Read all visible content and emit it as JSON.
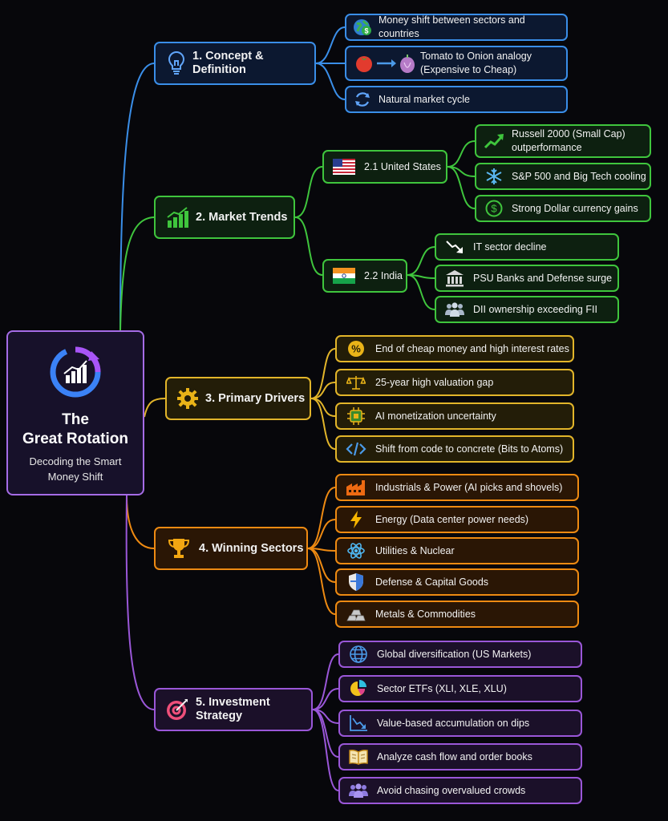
{
  "colors": {
    "concept": "#3a8ee8",
    "trends": "#3fc53d",
    "drivers": "#e2b52a",
    "sectors": "#ee8a12",
    "strategy": "#9a57d8",
    "center": "#a56ce6"
  },
  "center": {
    "title_line1": "The",
    "title_line2": "Great Rotation",
    "subtitle_line1": "Decoding the Smart",
    "subtitle_line2": "Money Shift",
    "icon": "rotation-chart-icon"
  },
  "concept": {
    "label": "1. Concept & Definition",
    "icon": "lightbulb-icon",
    "items": [
      {
        "label": "Money shift between sectors and countries",
        "icon": "globe-dollar-icon"
      },
      {
        "label_line1": "Tomato to Onion analogy",
        "label_line2": "(Expensive to Cheap)",
        "icon": "tomato-onion-icon"
      },
      {
        "label": "Natural market cycle",
        "icon": "cycle-icon"
      }
    ]
  },
  "trends": {
    "label": "2. Market Trends",
    "icon": "bar-chart-icon",
    "us": {
      "label": "2.1 United States",
      "icon": "us-flag-icon",
      "items": [
        {
          "label_line1": "Russell 2000 (Small Cap)",
          "label_line2": "outperformance",
          "icon": "trend-up-icon"
        },
        {
          "label": "S&P 500 and Big Tech cooling",
          "icon": "snowflake-icon"
        },
        {
          "label": "Strong Dollar currency gains",
          "icon": "dollar-circle-icon"
        }
      ]
    },
    "india": {
      "label": "2.2 India",
      "icon": "india-flag-icon",
      "items": [
        {
          "label": "IT sector decline",
          "icon": "trend-down-icon"
        },
        {
          "label": "PSU Banks and Defense surge",
          "icon": "bank-icon"
        },
        {
          "label": "DII ownership exceeding FII",
          "icon": "people-icon"
        }
      ]
    }
  },
  "drivers": {
    "label": "3. Primary Drivers",
    "icon": "gear-icon",
    "items": [
      {
        "label": "End of cheap money and high interest rates",
        "icon": "percent-icon"
      },
      {
        "label": "25-year high valuation gap",
        "icon": "scales-icon"
      },
      {
        "label": "AI monetization uncertainty",
        "icon": "chip-icon"
      },
      {
        "label": "Shift from code to concrete (Bits to Atoms)",
        "icon": "code-icon"
      }
    ]
  },
  "sectors": {
    "label": "4. Winning Sectors",
    "icon": "trophy-icon",
    "items": [
      {
        "label": "Industrials & Power (AI picks and shovels)",
        "icon": "factory-icon"
      },
      {
        "label": "Energy (Data center power needs)",
        "icon": "lightning-icon"
      },
      {
        "label": "Utilities & Nuclear",
        "icon": "atom-icon"
      },
      {
        "label": "Defense & Capital Goods",
        "icon": "shield-icon"
      },
      {
        "label": "Metals & Commodities",
        "icon": "ingots-icon"
      }
    ]
  },
  "strategy": {
    "label": "5. Investment Strategy",
    "icon": "target-icon",
    "items": [
      {
        "label": "Global diversification (US Markets)",
        "icon": "globe-icon"
      },
      {
        "label": "Sector ETFs (XLI, XLE, XLU)",
        "icon": "pie-chart-icon"
      },
      {
        "label": "Value-based accumulation on dips",
        "icon": "chart-dip-icon"
      },
      {
        "label": "Analyze cash flow and order books",
        "icon": "book-icon"
      },
      {
        "label": "Avoid chasing overvalued crowds",
        "icon": "crowd-icon"
      }
    ]
  }
}
